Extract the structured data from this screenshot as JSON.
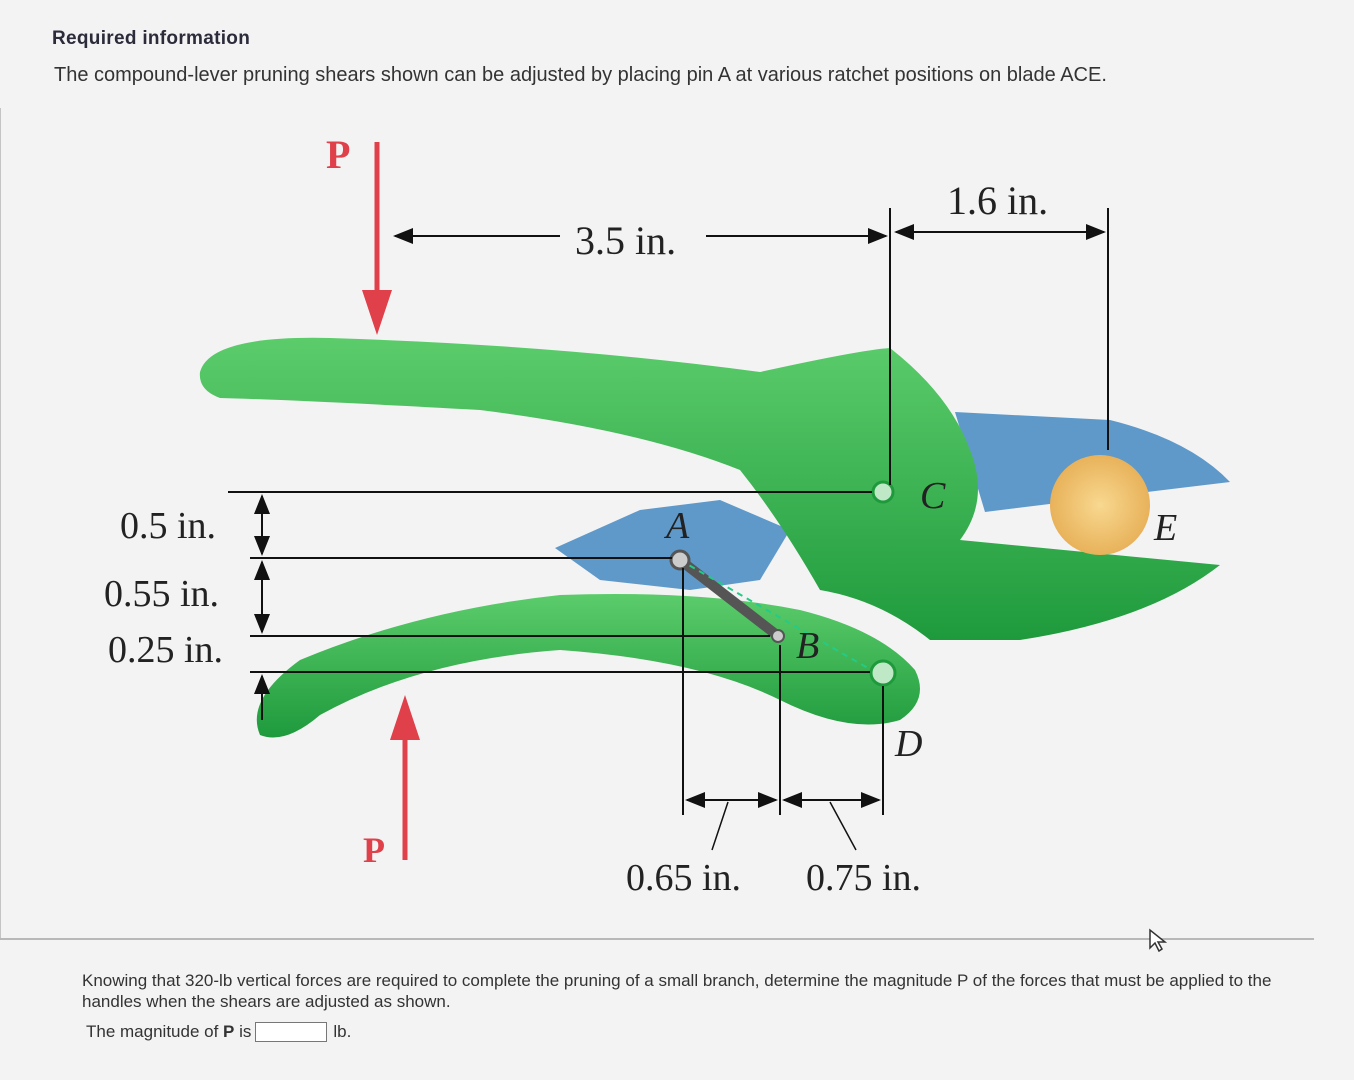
{
  "header": {
    "label": "Required information"
  },
  "intro": {
    "text": "The compound-lever pruning shears shown can be adjusted by placing pin A at various ratchet positions on blade ACE."
  },
  "figure": {
    "force_top": "P",
    "force_bottom": "P",
    "dim_3_5": "3.5 in.",
    "dim_1_6": "1.6 in.",
    "dim_0_5": "0.5 in.",
    "dim_0_55": "0.55 in.",
    "dim_0_25": "0.25 in.",
    "dim_0_65": "0.65 in.",
    "dim_0_75": "0.75 in.",
    "label_A": "A",
    "label_B": "B",
    "label_C": "C",
    "label_D": "D",
    "label_E": "E",
    "colors": {
      "green": "#2db54a",
      "blue": "#4f8fc4",
      "red": "#e0404a",
      "branch": "#f0c060"
    }
  },
  "question": {
    "text": "Knowing that 320-lb vertical forces are required to complete the pruning of a small branch, determine the magnitude P of the forces that must be applied to the handles when the shears are adjusted as shown."
  },
  "answer": {
    "prefix": "The magnitude of",
    "symbol": "P",
    "is": "is",
    "value": "",
    "unit": "lb."
  },
  "icons": {
    "cursor": "mouse-pointer-icon"
  }
}
